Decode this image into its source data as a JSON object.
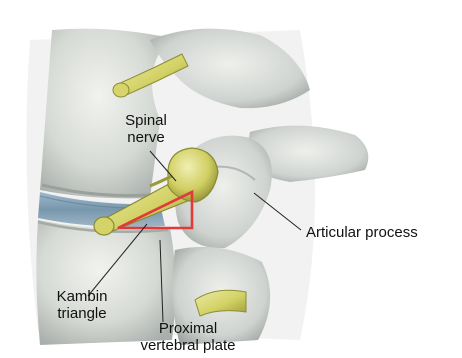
{
  "labels": {
    "spinal_nerve": [
      "Spinal",
      "nerve"
    ],
    "articular_process": "Articular process",
    "kambin_triangle": [
      "Kambin",
      "triangle"
    ],
    "proximal_vertebral_plate": [
      "Proximal",
      "vertebral plate"
    ]
  },
  "colors": {
    "bone": "#d4d8d4",
    "bone_light": "#eef0ec",
    "bone_shadow": "#a4aaa6",
    "disc": "#7a9ab0",
    "nerve": "#d6d46a",
    "nerve_dark": "#9a9a38",
    "triangle": "#e03a3a",
    "leader_line": "#222222"
  },
  "icons": [
    "spine-anatomy-illustration"
  ]
}
